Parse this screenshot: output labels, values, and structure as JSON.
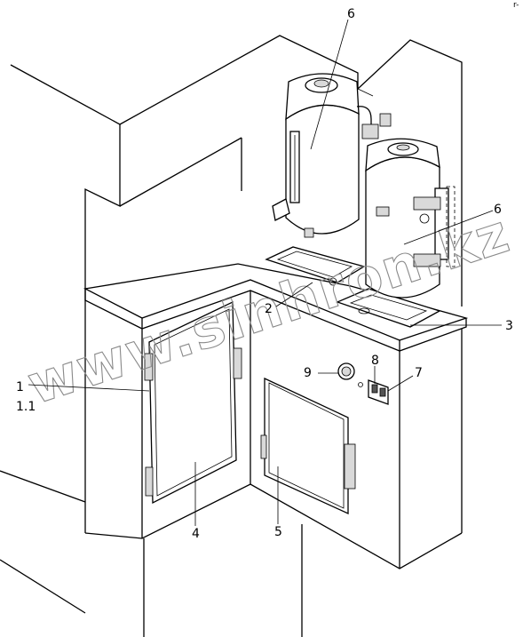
{
  "corner_mark": "r-",
  "watermark": "www.sinhron.kz",
  "callouts": {
    "c1": "1",
    "c1_1": "1.1",
    "c2": "2",
    "c3": "3",
    "c4": "4",
    "c5": "5",
    "c6a": "6",
    "c6b": "6",
    "c7": "7",
    "c8": "8",
    "c9": "9"
  }
}
